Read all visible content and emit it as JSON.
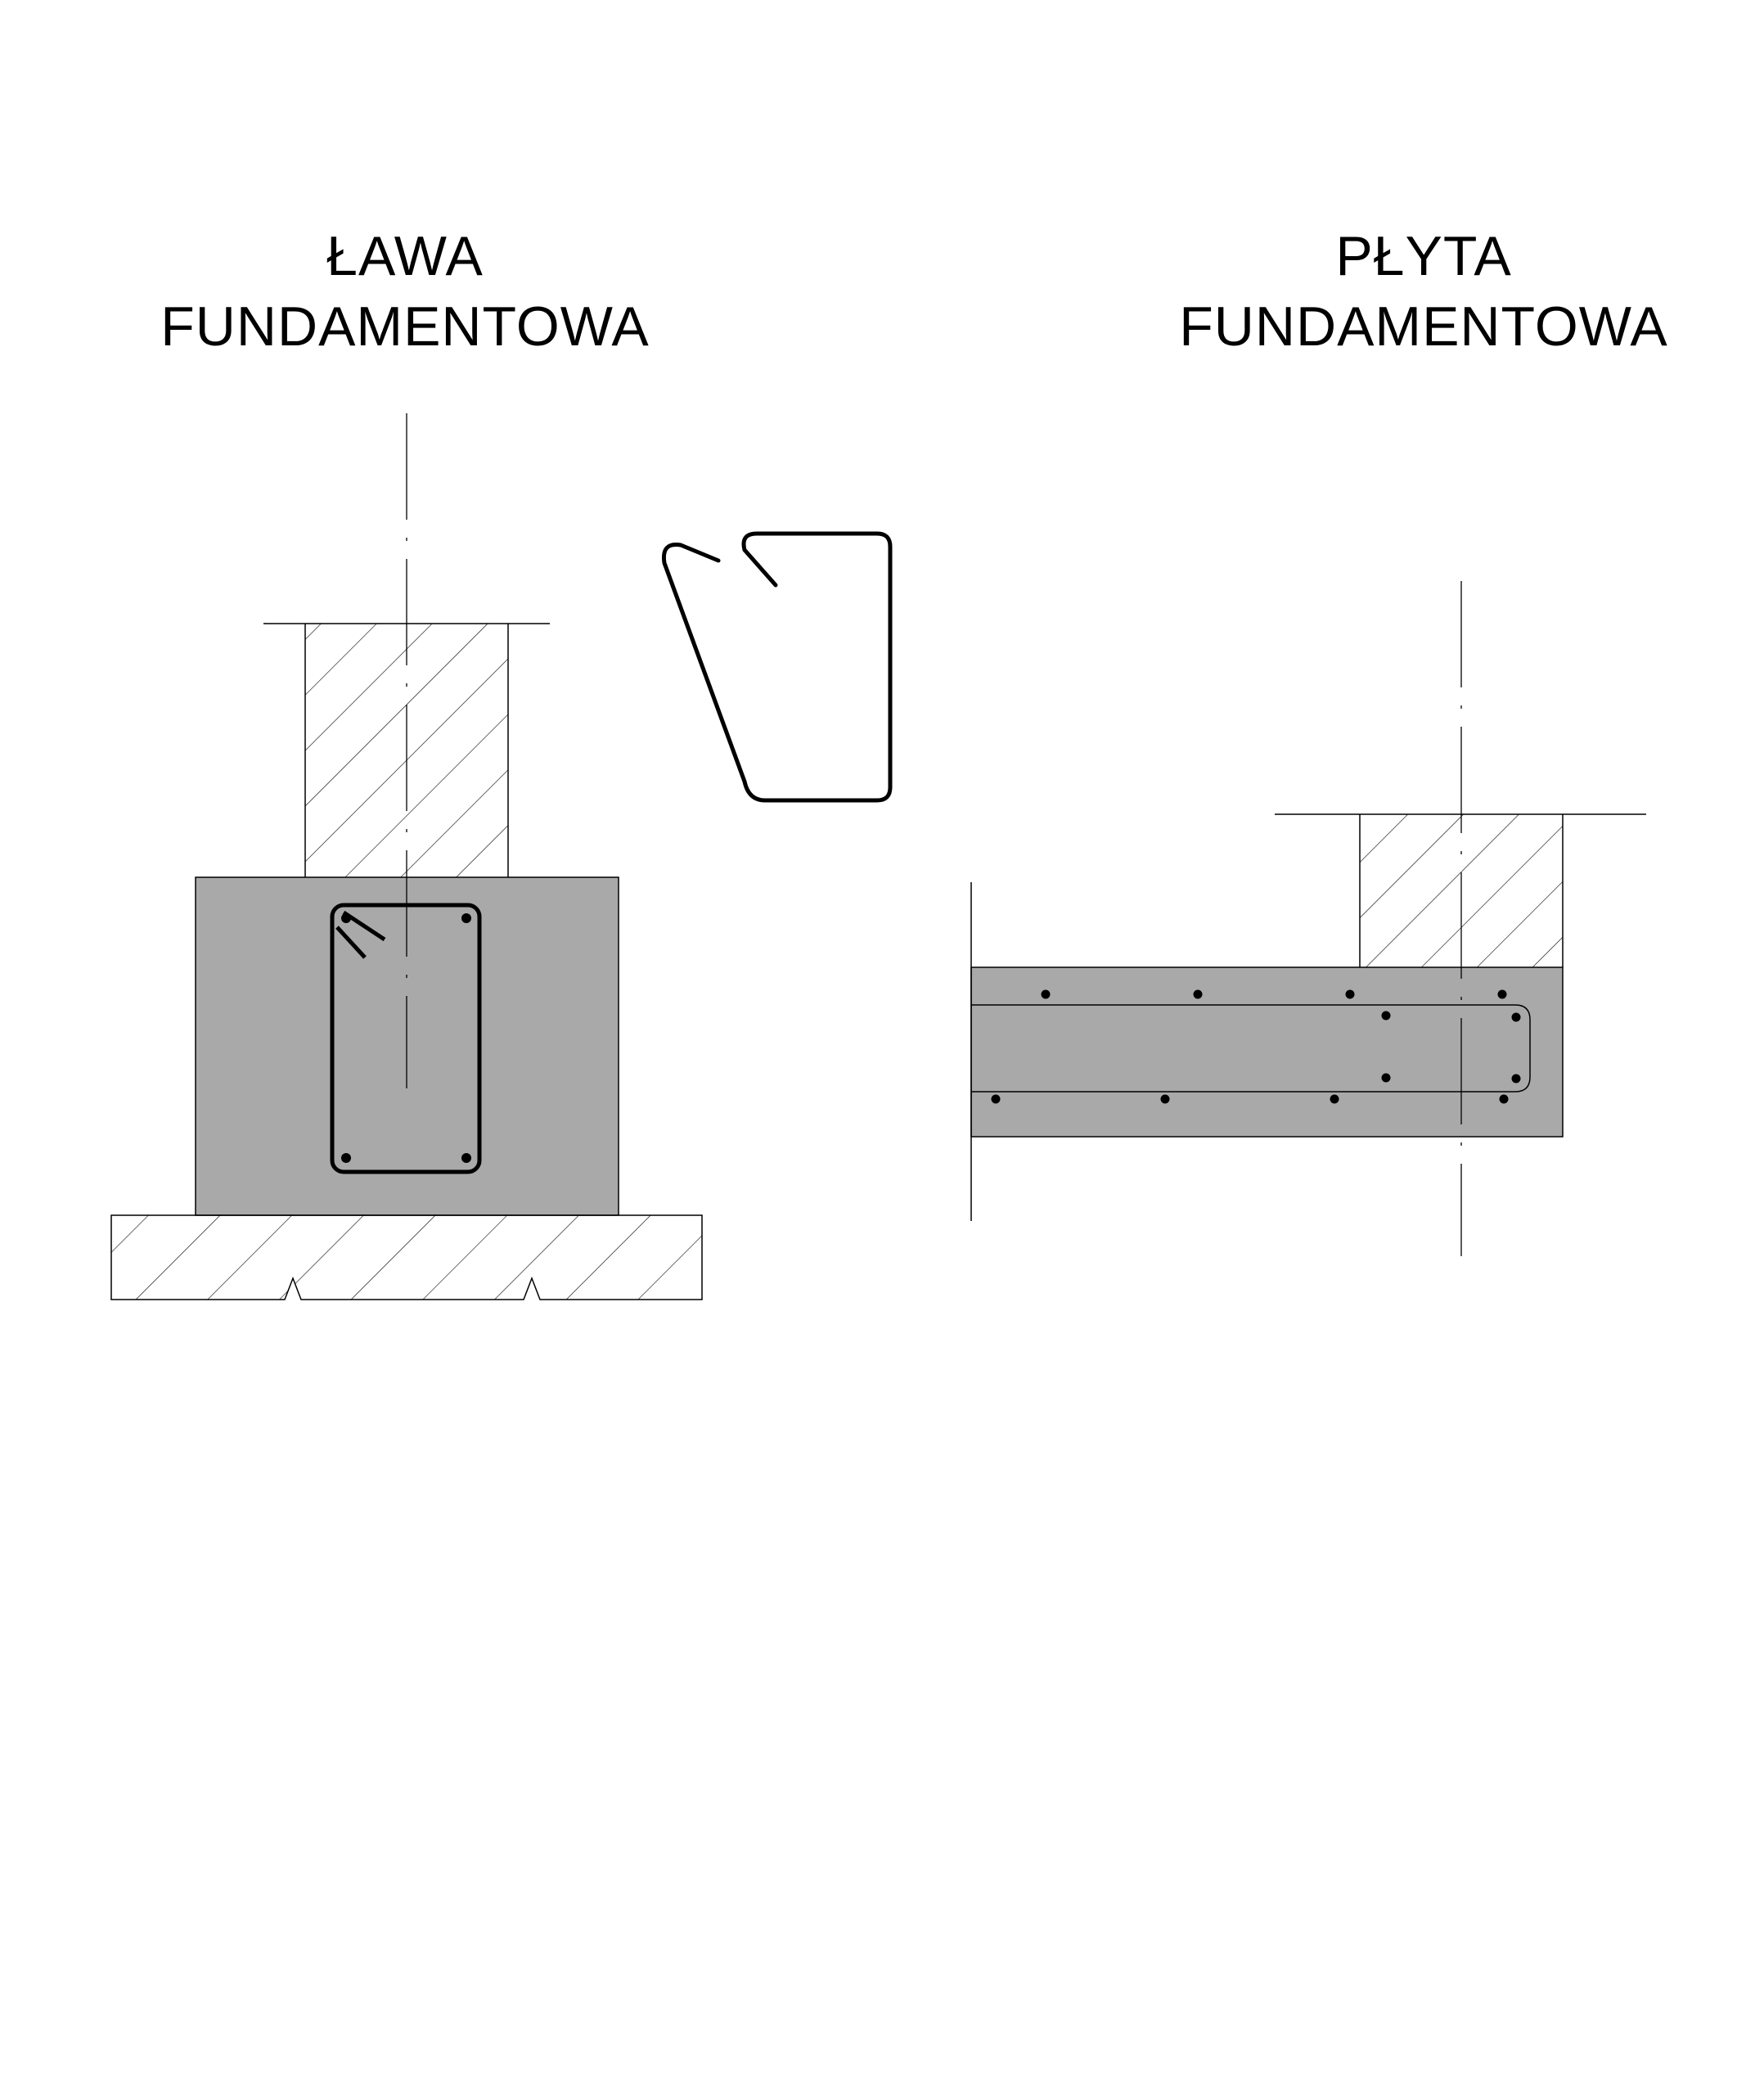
{
  "titles": {
    "strip_foundation": {
      "line1": "ŁAWA",
      "line2": "FUNDAMENTOWA"
    },
    "slab_foundation": {
      "line1": "PŁYTA",
      "line2": "FUNDAMENTOWA"
    }
  },
  "colors": {
    "concrete_fill": "#a9a9a9",
    "line": "#000000",
    "background": "#ffffff"
  },
  "icons": {
    "stirrup_detail": "rebar-stirrup-shape",
    "rebar_bar": "rebar-dot"
  }
}
